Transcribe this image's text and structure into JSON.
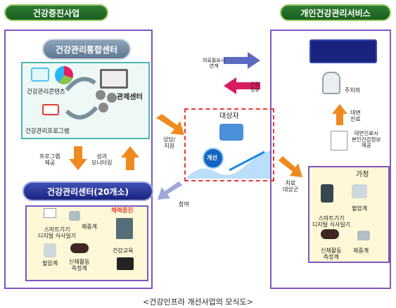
{
  "headers": {
    "left": "건강증진사업",
    "right": "개인건강관리서비스"
  },
  "center_top": "건강관리통합센터",
  "content_label": "건강관리콘텐츠",
  "control_center": "관제센터",
  "program_label": "건강관리프로그램",
  "left_arrow_down": "프로그램\n제공",
  "left_arrow_up": "성과\n모니터링",
  "center20": "건강관리센터(20개소)",
  "fitness_label": "체력증진",
  "bottom_box": {
    "scale_label": "체중계",
    "smart_meal": "스마트기기\n디지털 식사일기",
    "bp": "혈압계",
    "activity": "신체활동\n측정계",
    "edu": "건강교육"
  },
  "middle": {
    "need_share": "의료필요시\n연계",
    "health_info": "건강\n정보",
    "consult": "상담/\n지원",
    "participate": "참여",
    "target": "대상자",
    "improve": "개선",
    "treat_target": "치료\n대상군"
  },
  "right": {
    "doctor": "주치의",
    "visit": "대면\n진료",
    "info_provide": "대면진료시\n본인건강정보\n제공",
    "home": "가정",
    "bp_meter": "혈압계",
    "smart": "스마트기기\n디지털 식사일기",
    "activity": "신체활동\n측정계",
    "scale": "체중계"
  },
  "caption": "<건강인프라 개선사업의 모식도>"
}
